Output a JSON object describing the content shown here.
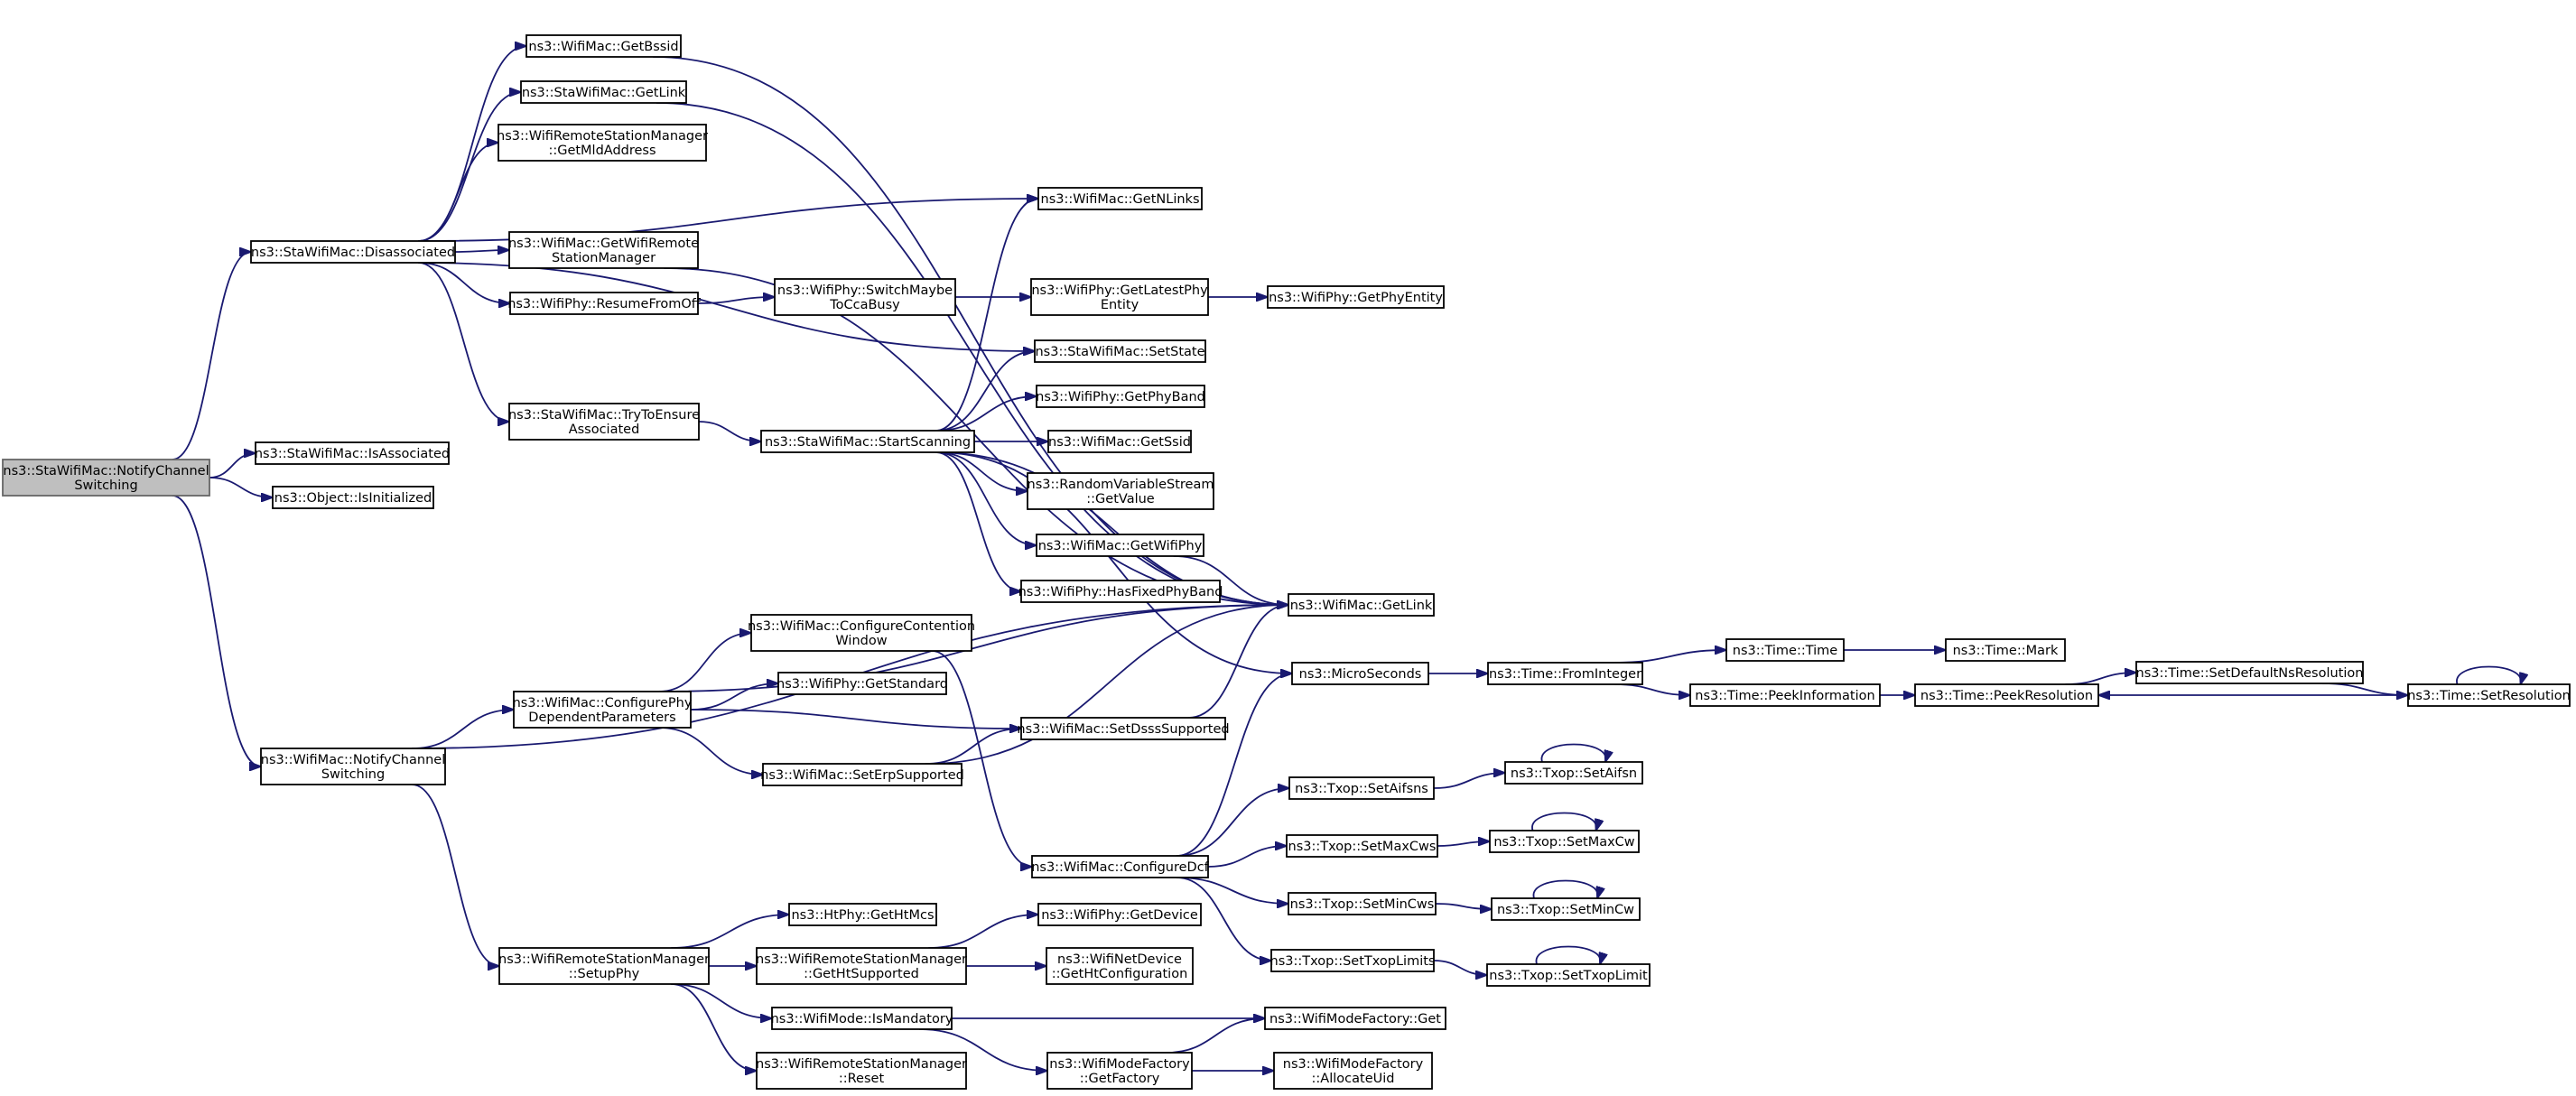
{
  "colors": {
    "edge": "#191970",
    "root_fill": "#bfbfbf",
    "node_fill": "#ffffff"
  },
  "nodes": [
    {
      "id": "root",
      "lines": [
        "ns3::StaWifiMac::NotifyChannel",
        "Switching"
      ],
      "root": true
    },
    {
      "id": "disassociated",
      "lines": [
        "ns3::StaWifiMac::Disassociated"
      ]
    },
    {
      "id": "isassociated",
      "lines": [
        "ns3::StaWifiMac::IsAssociated"
      ]
    },
    {
      "id": "isinitialized",
      "lines": [
        "ns3::Object::IsInitialized"
      ]
    },
    {
      "id": "wmac_notify",
      "lines": [
        "ns3::WifiMac::NotifyChannel",
        "Switching"
      ]
    },
    {
      "id": "getbssid",
      "lines": [
        "ns3::WifiMac::GetBssid"
      ]
    },
    {
      "id": "sta_getlink",
      "lines": [
        "ns3::StaWifiMac::GetLink"
      ]
    },
    {
      "id": "getmldaddress",
      "lines": [
        "ns3::WifiRemoteStationManager",
        "::GetMldAddress"
      ]
    },
    {
      "id": "getwrsm",
      "lines": [
        "ns3::WifiMac::GetWifiRemote",
        "StationManager"
      ]
    },
    {
      "id": "resumefromoff",
      "lines": [
        "ns3::WifiPhy::ResumeFromOff"
      ]
    },
    {
      "id": "trytoensure",
      "lines": [
        "ns3::StaWifiMac::TryToEnsure",
        "Associated"
      ]
    },
    {
      "id": "getnlinks",
      "lines": [
        "ns3::WifiMac::GetNLinks"
      ]
    },
    {
      "id": "switchmaybe",
      "lines": [
        "ns3::WifiPhy::SwitchMaybe",
        "ToCcaBusy"
      ]
    },
    {
      "id": "getlatestphy",
      "lines": [
        "ns3::WifiPhy::GetLatestPhy",
        "Entity"
      ]
    },
    {
      "id": "getphyentity",
      "lines": [
        "ns3::WifiPhy::GetPhyEntity"
      ]
    },
    {
      "id": "setstate",
      "lines": [
        "ns3::StaWifiMac::SetState"
      ]
    },
    {
      "id": "startscanning",
      "lines": [
        "ns3::StaWifiMac::StartScanning"
      ]
    },
    {
      "id": "getphyband",
      "lines": [
        "ns3::WifiPhy::GetPhyBand"
      ]
    },
    {
      "id": "getssid",
      "lines": [
        "ns3::WifiMac::GetSsid"
      ]
    },
    {
      "id": "rvs_getvalue",
      "lines": [
        "ns3::RandomVariableStream",
        "::GetValue"
      ]
    },
    {
      "id": "getwifiphy",
      "lines": [
        "ns3::WifiMac::GetWifiPhy"
      ]
    },
    {
      "id": "hasfixedphyband",
      "lines": [
        "ns3::WifiPhy::HasFixedPhyBand"
      ]
    },
    {
      "id": "wmac_getlink",
      "lines": [
        "ns3::WifiMac::GetLink"
      ]
    },
    {
      "id": "configurephy",
      "lines": [
        "ns3::WifiMac::ConfigurePhy",
        "DependentParameters"
      ]
    },
    {
      "id": "configcontention",
      "lines": [
        "ns3::WifiMac::ConfigureContention",
        "Window"
      ]
    },
    {
      "id": "getstandard",
      "lines": [
        "ns3::WifiPhy::GetStandard"
      ]
    },
    {
      "id": "setdsss",
      "lines": [
        "ns3::WifiMac::SetDsssSupported"
      ]
    },
    {
      "id": "seterp",
      "lines": [
        "ns3::WifiMac::SetErpSupported"
      ]
    },
    {
      "id": "microseconds",
      "lines": [
        "ns3::MicroSeconds"
      ]
    },
    {
      "id": "frominteger",
      "lines": [
        "ns3::Time::FromInteger"
      ]
    },
    {
      "id": "timetime",
      "lines": [
        "ns3::Time::Time"
      ]
    },
    {
      "id": "timemark",
      "lines": [
        "ns3::Time::Mark"
      ]
    },
    {
      "id": "peekinformation",
      "lines": [
        "ns3::Time::PeekInformation"
      ]
    },
    {
      "id": "peekresolution",
      "lines": [
        "ns3::Time::PeekResolution"
      ]
    },
    {
      "id": "setdefaultns",
      "lines": [
        "ns3::Time::SetDefaultNsResolution"
      ]
    },
    {
      "id": "setresolution",
      "lines": [
        "ns3::Time::SetResolution"
      ]
    },
    {
      "id": "configuredcf",
      "lines": [
        "ns3::WifiMac::ConfigureDcf"
      ]
    },
    {
      "id": "setaifsns",
      "lines": [
        "ns3::Txop::SetAifsns"
      ]
    },
    {
      "id": "setaifsn",
      "lines": [
        "ns3::Txop::SetAifsn"
      ]
    },
    {
      "id": "setmaxcws",
      "lines": [
        "ns3::Txop::SetMaxCws"
      ]
    },
    {
      "id": "setmaxcw",
      "lines": [
        "ns3::Txop::SetMaxCw"
      ]
    },
    {
      "id": "setmincws",
      "lines": [
        "ns3::Txop::SetMinCws"
      ]
    },
    {
      "id": "setmincw",
      "lines": [
        "ns3::Txop::SetMinCw"
      ]
    },
    {
      "id": "settxoplimits",
      "lines": [
        "ns3::Txop::SetTxopLimits"
      ]
    },
    {
      "id": "settxoplimit",
      "lines": [
        "ns3::Txop::SetTxopLimit"
      ]
    },
    {
      "id": "setupphy",
      "lines": [
        "ns3::WifiRemoteStationManager",
        "::SetupPhy"
      ]
    },
    {
      "id": "gethtmcs",
      "lines": [
        "ns3::HtPhy::GetHtMcs"
      ]
    },
    {
      "id": "gethtsupported",
      "lines": [
        "ns3::WifiRemoteStationManager",
        "::GetHtSupported"
      ]
    },
    {
      "id": "getdevice",
      "lines": [
        "ns3::WifiPhy::GetDevice"
      ]
    },
    {
      "id": "gethtconfig",
      "lines": [
        "ns3::WifiNetDevice",
        "::GetHtConfiguration"
      ]
    },
    {
      "id": "ismandatory",
      "lines": [
        "ns3::WifiMode::IsMandatory"
      ]
    },
    {
      "id": "wmf_get",
      "lines": [
        "ns3::WifiModeFactory::Get"
      ]
    },
    {
      "id": "wrsm_reset",
      "lines": [
        "ns3::WifiRemoteStationManager",
        "::Reset"
      ]
    },
    {
      "id": "getfactory",
      "lines": [
        "ns3::WifiModeFactory",
        "::GetFactory"
      ]
    },
    {
      "id": "allocateuid",
      "lines": [
        "ns3::WifiModeFactory",
        "::AllocateUid"
      ]
    }
  ],
  "edges": [
    {
      "from": "root",
      "to": "disassociated"
    },
    {
      "from": "root",
      "to": "isassociated"
    },
    {
      "from": "root",
      "to": "isinitialized"
    },
    {
      "from": "root",
      "to": "wmac_notify"
    },
    {
      "from": "disassociated",
      "to": "getbssid"
    },
    {
      "from": "disassociated",
      "to": "sta_getlink"
    },
    {
      "from": "disassociated",
      "to": "getmldaddress"
    },
    {
      "from": "disassociated",
      "to": "getnlinks"
    },
    {
      "from": "disassociated",
      "to": "getwrsm"
    },
    {
      "from": "disassociated",
      "to": "resumefromoff"
    },
    {
      "from": "disassociated",
      "to": "setstate"
    },
    {
      "from": "disassociated",
      "to": "trytoensure"
    },
    {
      "from": "getbssid",
      "to": "wmac_getlink"
    },
    {
      "from": "sta_getlink",
      "to": "wmac_getlink"
    },
    {
      "from": "getwrsm",
      "to": "wmac_getlink"
    },
    {
      "from": "resumefromoff",
      "to": "switchmaybe"
    },
    {
      "from": "switchmaybe",
      "to": "getlatestphy"
    },
    {
      "from": "getlatestphy",
      "to": "getphyentity"
    },
    {
      "from": "trytoensure",
      "to": "startscanning"
    },
    {
      "from": "startscanning",
      "to": "getnlinks"
    },
    {
      "from": "startscanning",
      "to": "setstate"
    },
    {
      "from": "startscanning",
      "to": "getphyband"
    },
    {
      "from": "startscanning",
      "to": "getssid"
    },
    {
      "from": "startscanning",
      "to": "rvs_getvalue"
    },
    {
      "from": "startscanning",
      "to": "getwifiphy"
    },
    {
      "from": "startscanning",
      "to": "hasfixedphyband"
    },
    {
      "from": "startscanning",
      "to": "wmac_getlink"
    },
    {
      "from": "getwifiphy",
      "to": "wmac_getlink"
    },
    {
      "from": "wmac_notify",
      "to": "configurephy"
    },
    {
      "from": "wmac_notify",
      "to": "wmac_getlink"
    },
    {
      "from": "wmac_notify",
      "to": "setupphy"
    },
    {
      "from": "configurephy",
      "to": "configcontention"
    },
    {
      "from": "configurephy",
      "to": "getstandard"
    },
    {
      "from": "configurephy",
      "to": "setdsss"
    },
    {
      "from": "configurephy",
      "to": "seterp"
    },
    {
      "from": "configurephy",
      "to": "wmac_getlink"
    },
    {
      "from": "configcontention",
      "to": "configuredcf"
    },
    {
      "from": "setdsss",
      "to": "wmac_getlink"
    },
    {
      "from": "seterp",
      "to": "setdsss"
    },
    {
      "from": "seterp",
      "to": "wmac_getlink"
    },
    {
      "from": "startscanning",
      "to": "microseconds"
    },
    {
      "from": "configuredcf",
      "to": "microseconds"
    },
    {
      "from": "microseconds",
      "to": "frominteger"
    },
    {
      "from": "frominteger",
      "to": "timetime"
    },
    {
      "from": "frominteger",
      "to": "peekinformation"
    },
    {
      "from": "timetime",
      "to": "timemark"
    },
    {
      "from": "peekinformation",
      "to": "peekresolution"
    },
    {
      "from": "peekresolution",
      "to": "setdefaultns"
    },
    {
      "from": "setdefaultns",
      "to": "setresolution"
    },
    {
      "from": "setresolution",
      "to": "peekresolution"
    },
    {
      "from": "setresolution",
      "to": "setresolution"
    },
    {
      "from": "configuredcf",
      "to": "setaifsns"
    },
    {
      "from": "configuredcf",
      "to": "setmaxcws"
    },
    {
      "from": "configuredcf",
      "to": "setmincws"
    },
    {
      "from": "configuredcf",
      "to": "settxoplimits"
    },
    {
      "from": "setaifsns",
      "to": "setaifsn"
    },
    {
      "from": "setaifsn",
      "to": "setaifsn"
    },
    {
      "from": "setmaxcws",
      "to": "setmaxcw"
    },
    {
      "from": "setmaxcw",
      "to": "setmaxcw"
    },
    {
      "from": "setmincws",
      "to": "setmincw"
    },
    {
      "from": "setmincw",
      "to": "setmincw"
    },
    {
      "from": "settxoplimits",
      "to": "settxoplimit"
    },
    {
      "from": "settxoplimit",
      "to": "settxoplimit"
    },
    {
      "from": "setupphy",
      "to": "gethtmcs"
    },
    {
      "from": "setupphy",
      "to": "gethtsupported"
    },
    {
      "from": "setupphy",
      "to": "ismandatory"
    },
    {
      "from": "setupphy",
      "to": "wrsm_reset"
    },
    {
      "from": "gethtsupported",
      "to": "getdevice"
    },
    {
      "from": "gethtsupported",
      "to": "gethtconfig"
    },
    {
      "from": "ismandatory",
      "to": "wmf_get"
    },
    {
      "from": "ismandatory",
      "to": "getfactory"
    },
    {
      "from": "getfactory",
      "to": "wmf_get"
    },
    {
      "from": "getfactory",
      "to": "allocateuid"
    }
  ]
}
